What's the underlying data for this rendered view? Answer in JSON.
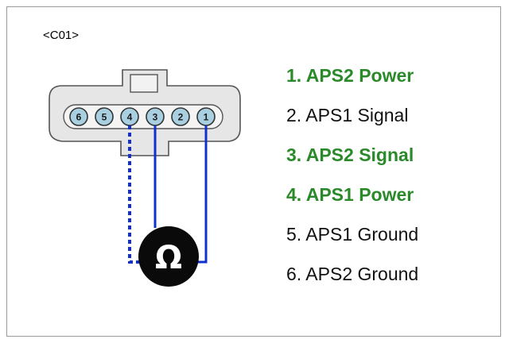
{
  "connector": {
    "label": "<C01>",
    "pins": [
      "6",
      "5",
      "4",
      "3",
      "2",
      "1"
    ]
  },
  "meter": {
    "symbol": "Ω",
    "icon": "ohmmeter-icon"
  },
  "legend": [
    {
      "text": "1. APS2 Power",
      "highlight": true
    },
    {
      "text": "2. APS1 Signal",
      "highlight": false
    },
    {
      "text": "3. APS2 Signal",
      "highlight": true
    },
    {
      "text": "4. APS1 Power",
      "highlight": true
    },
    {
      "text": "5. APS1 Ground",
      "highlight": false
    },
    {
      "text": "6. APS2 Ground",
      "highlight": false
    }
  ],
  "colors": {
    "highlight": "#2a8a2a",
    "wire": "#1030d0",
    "connector_fill": "#e6e6e6",
    "pin_fill": "#a8d0e0"
  }
}
